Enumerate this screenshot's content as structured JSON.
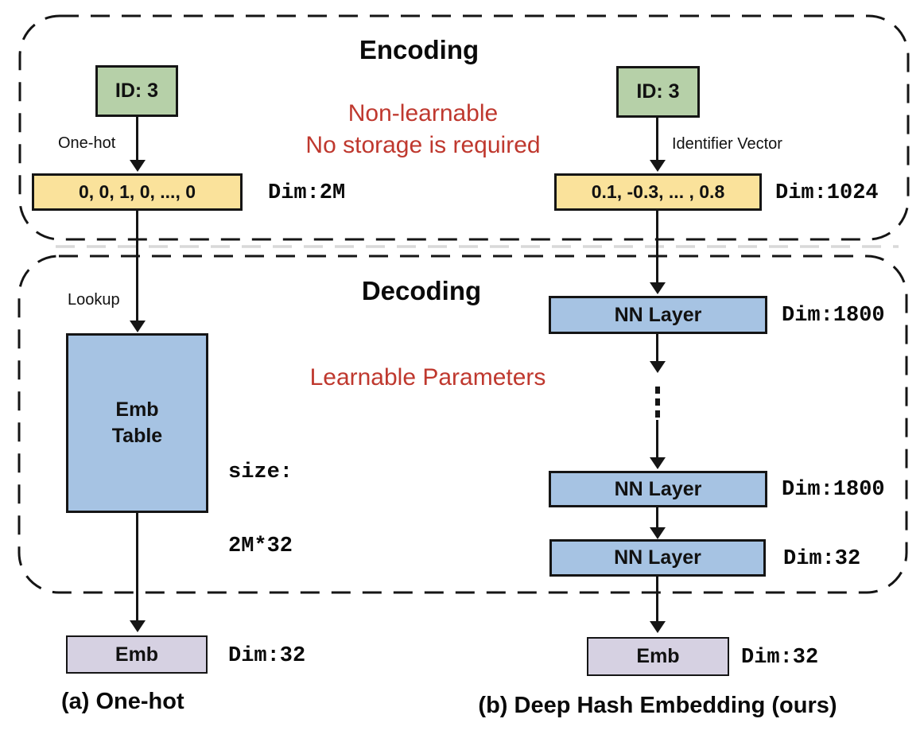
{
  "figure": {
    "encoding": {
      "title": "Encoding",
      "note_line1": "Non-learnable",
      "note_line2": "No storage is required"
    },
    "decoding": {
      "title": "Decoding",
      "note": "Learnable Parameters"
    },
    "onehot": {
      "id_label": "ID: 3",
      "edge1_label": "One-hot",
      "vector_label": "0, 0, 1, 0, ..., 0",
      "vector_dim": "Dim:2M",
      "edge2_label": "Lookup",
      "table_line1": "Emb",
      "table_line2": "Table",
      "size_line1": "size:",
      "size_line2": "2M*32",
      "emb_label": "Emb",
      "emb_dim": "Dim:32",
      "caption": "(a) One-hot"
    },
    "dhe": {
      "id_label": "ID: 3",
      "edge1_label": "Identifier Vector",
      "vector_label": "0.1, -0.3, ... , 0.8",
      "vector_dim": "Dim:1024",
      "nn1_label": "NN Layer",
      "nn1_dim": "Dim:1800",
      "nn2_label": "NN Layer",
      "nn2_dim": "Dim:1800",
      "nn3_label": "NN Layer",
      "nn3_dim": "Dim:32",
      "emb_label": "Emb",
      "emb_dim": "Dim:32",
      "caption": "(b) Deep Hash Embedding (ours)"
    },
    "colors": {
      "id_fill": "#b6d0a8",
      "vector_fill": "#fae29b",
      "nn_fill": "#a6c3e3",
      "emb_fill": "#d6d1e2",
      "note_red": "#bf382e",
      "line": "#151515"
    }
  }
}
